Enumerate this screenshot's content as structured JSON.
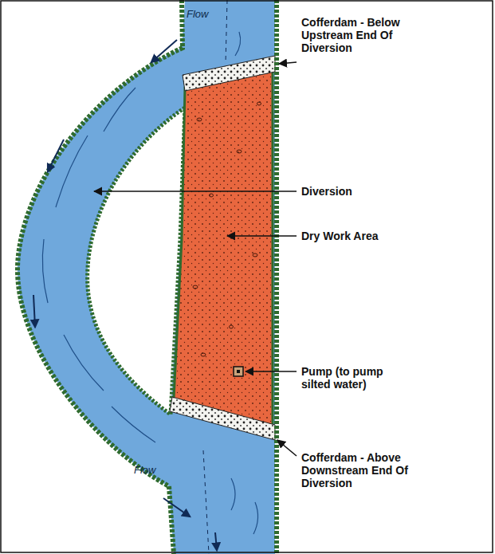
{
  "diagram": {
    "labels": [
      "Flow",
      "Cofferdam - Below Upstream End Of Diversion",
      "Diversion",
      "Dry Work Area",
      "Pump (to pump silted water)",
      "Flow",
      "Cofferdam - Above Downstream End Of Diversion"
    ]
  }
}
